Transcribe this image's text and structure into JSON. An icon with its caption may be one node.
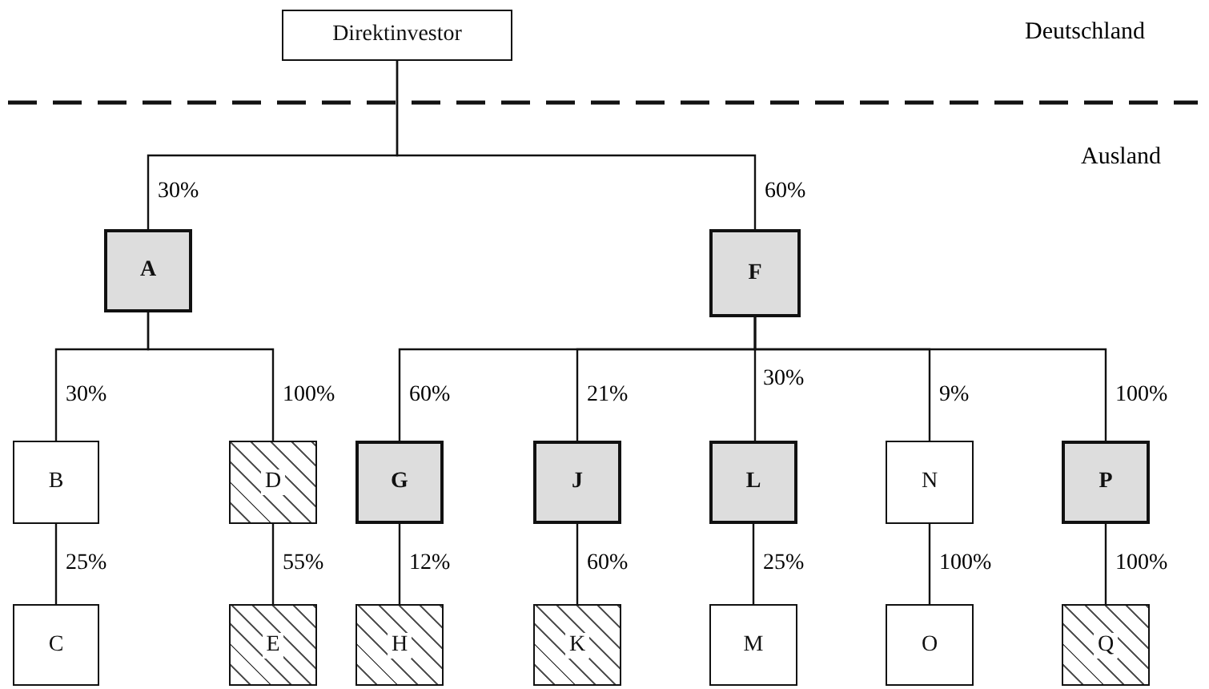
{
  "diagram": {
    "nodes": [
      {
        "text": [
          "Direktinvestor"
        ]
      },
      {
        "text": [
          "A"
        ]
      },
      {
        "text": [
          "F"
        ]
      },
      {
        "text": [
          "B"
        ]
      },
      {
        "text": [
          "D"
        ]
      },
      {
        "text": [
          "G"
        ]
      },
      {
        "text": [
          "J"
        ]
      },
      {
        "text": [
          "L"
        ]
      },
      {
        "text": [
          "N"
        ]
      },
      {
        "text": [
          "P"
        ]
      },
      {
        "text": [
          "C"
        ]
      },
      {
        "text": [
          "E"
        ]
      },
      {
        "text": [
          "H"
        ]
      },
      {
        "text": [
          "K"
        ]
      },
      {
        "text": [
          "M"
        ]
      },
      {
        "text": [
          "O"
        ]
      },
      {
        "text": [
          "Q"
        ]
      }
    ],
    "edges": [
      {
        "from": 0,
        "to": 1,
        "arrow": "none",
        "label": "30%"
      },
      {
        "from": 0,
        "to": 2,
        "arrow": "none",
        "label": "60%"
      },
      {
        "from": 1,
        "to": 3,
        "arrow": "none",
        "label": "30%"
      },
      {
        "from": 1,
        "to": 4,
        "arrow": "none",
        "label": "100%"
      },
      {
        "from": 2,
        "to": 5,
        "arrow": "none",
        "label": "60%"
      },
      {
        "from": 2,
        "to": 6,
        "arrow": "none",
        "label": "21%"
      },
      {
        "from": 2,
        "to": 7,
        "arrow": "none",
        "label": "30%"
      },
      {
        "from": 2,
        "to": 8,
        "arrow": "none",
        "label": "9%"
      },
      {
        "from": 2,
        "to": 9,
        "arrow": "none",
        "label": "100%"
      },
      {
        "from": 3,
        "to": 10,
        "arrow": "none",
        "label": "25%"
      },
      {
        "from": 4,
        "to": 11,
        "arrow": "none",
        "label": "55%"
      },
      {
        "from": 5,
        "to": 12,
        "arrow": "none",
        "label": "12%"
      },
      {
        "from": 6,
        "to": 13,
        "arrow": "none",
        "label": "60%"
      },
      {
        "from": 7,
        "to": 14,
        "arrow": "none",
        "label": "25%"
      },
      {
        "from": 8,
        "to": 15,
        "arrow": "none",
        "label": "100%"
      },
      {
        "from": 9,
        "to": 16,
        "arrow": "none",
        "label": "100%"
      }
    ],
    "labels": [
      "Deutschland",
      "Ausland"
    ]
  }
}
